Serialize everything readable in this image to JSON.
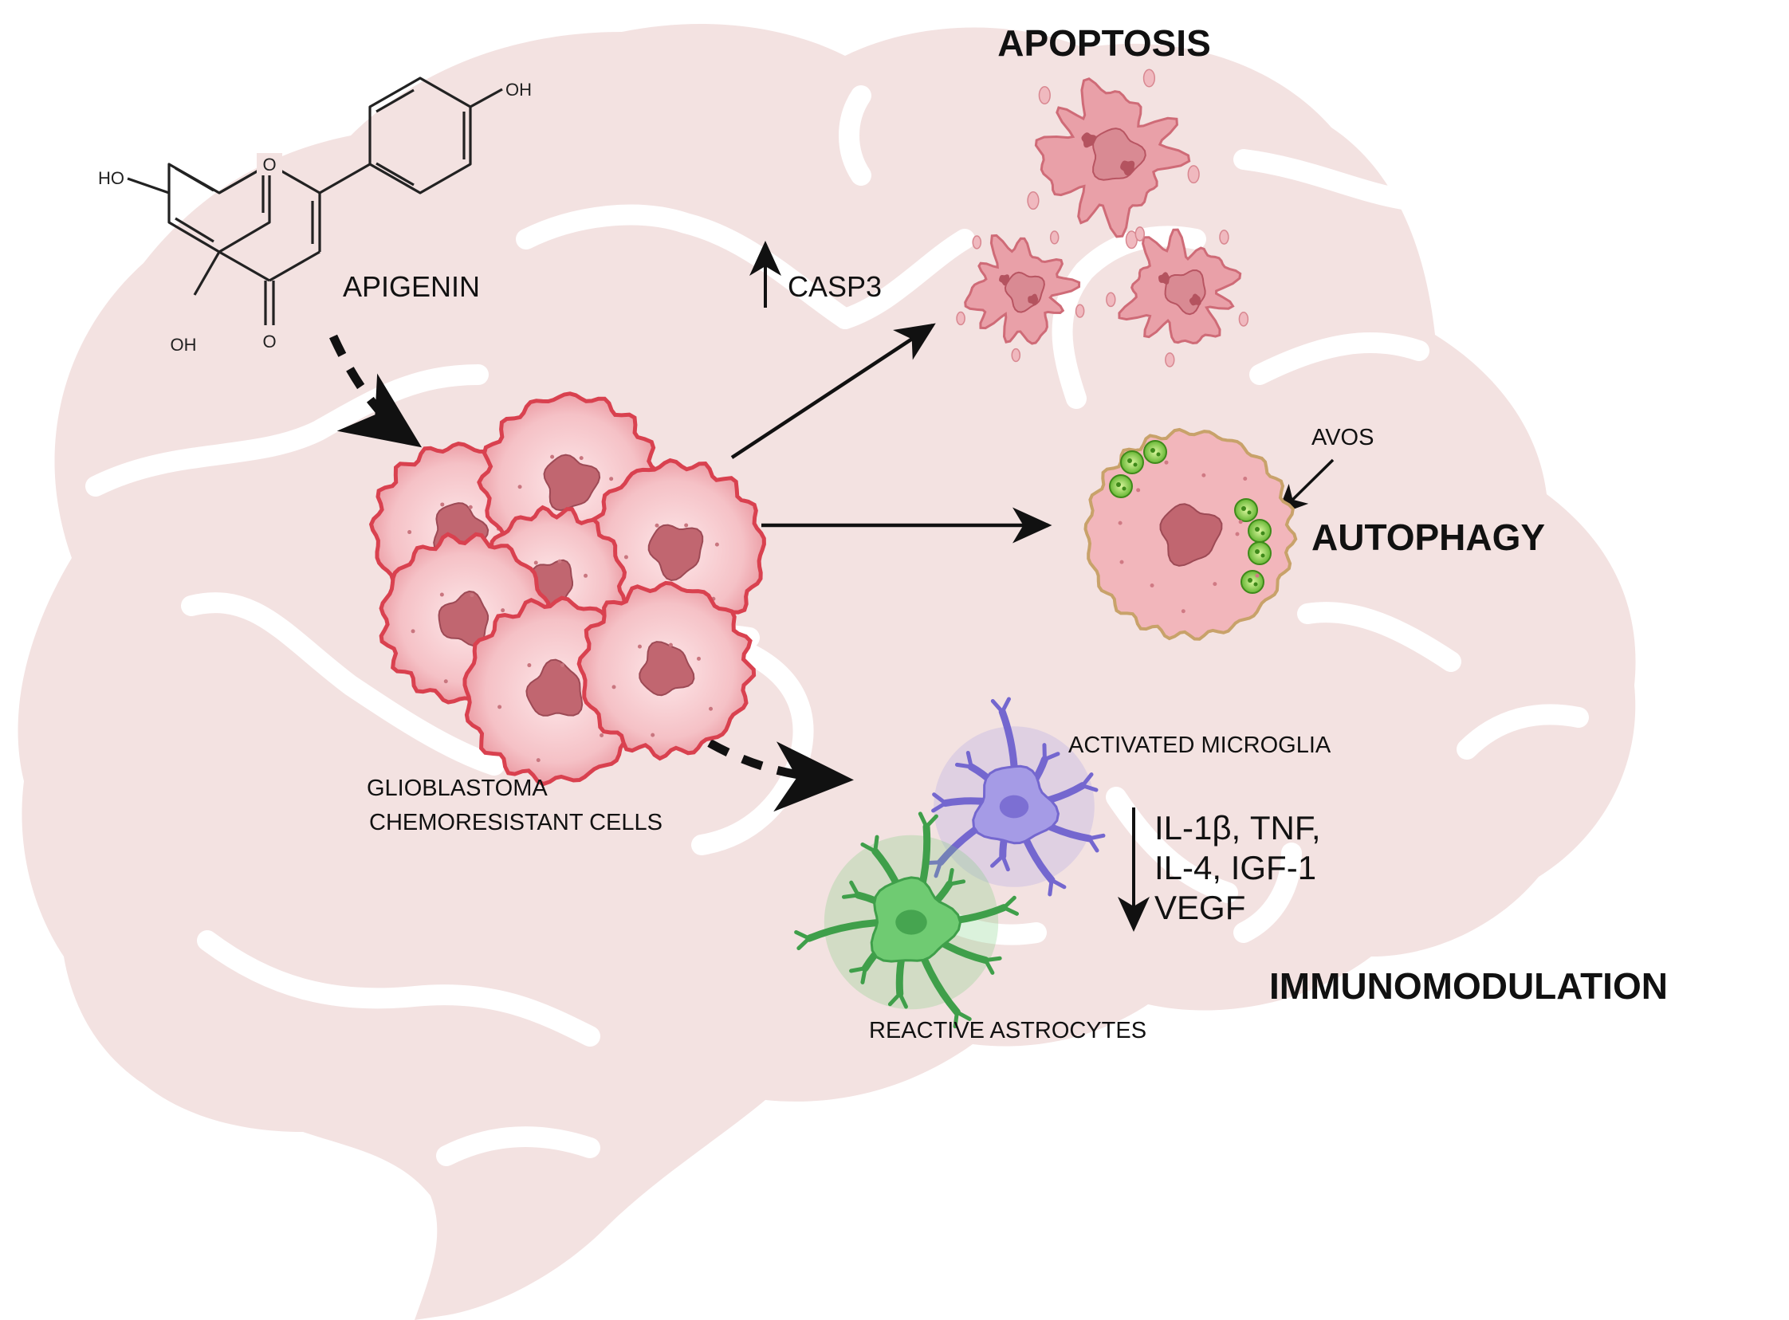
{
  "labels": {
    "apoptosis": "APOPTOSIS",
    "casp3": "CASP3",
    "apigenin": "APIGENIN",
    "avos": "AVOS",
    "autophagy": "AUTOPHAGY",
    "glioblastoma_line1": "GLIOBLASTOMA",
    "glioblastoma_line2": "CHEMORESISTANT CELLS",
    "activated_microglia": "ACTIVATED MICROGLIA",
    "cytokines_line1": "IL-1β, TNF,",
    "cytokines_line2": "IL-4, IGF-1",
    "cytokines_line3": "VEGF",
    "immunomodulation": "IMMUNOMODULATION",
    "reactive_astrocytes": "REACTIVE ASTROCYTES"
  },
  "chem_labels": {
    "oh_top": "OH",
    "ho_left": "HO",
    "oh_bottom": "OH",
    "ring_oxygen": "O",
    "carbonyl_oxygen": "O"
  },
  "colors": {
    "brain": "#f3e2e1",
    "sulcus": "#ffffff",
    "cell_fill": "#f2b7bb",
    "cell_edge": "#d9414f",
    "nucleus": "#c16670",
    "apoptotic": "#e9a0a8",
    "microglia": "#9a8ee0",
    "astrocyte": "#5cc06a",
    "avo": "#8ad43a"
  }
}
